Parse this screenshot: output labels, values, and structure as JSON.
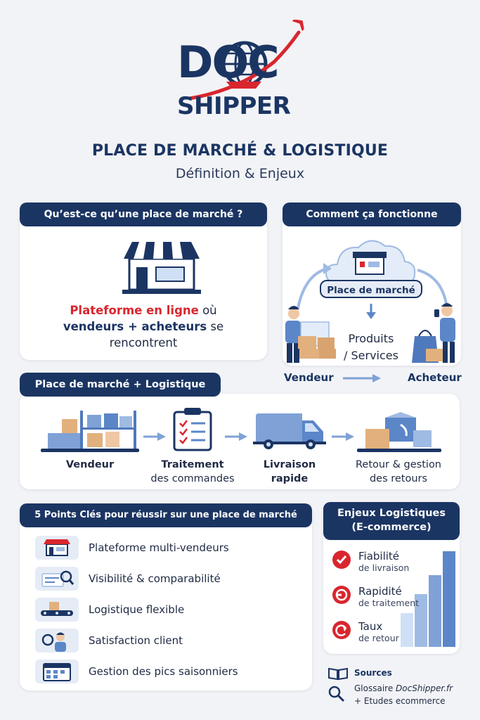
{
  "brand": {
    "logo_line1": "DOC",
    "logo_line2": "SHIPPER",
    "colors": {
      "navy": "#1b3563",
      "red": "#d9262e",
      "blue": "#5b86c8",
      "light_blue": "#9fbbe3"
    }
  },
  "header": {
    "title": "PLACE DE MARCHÉ & LOGISTIQUE",
    "subtitle": "Définition & Enjeux"
  },
  "definition": {
    "tab": "Qu’est-ce qu’une place de marché ?",
    "icon": "storefront-icon",
    "line1_highlight": "Plateforme en ligne",
    "line1_rest": " où",
    "line2_strong": "vendeurs + acheteurs",
    "line2_rest": " se",
    "line3": "rencontrent"
  },
  "how": {
    "tab": "Comment ça fonctionne",
    "center_label": "Place de marché",
    "products": "Produits",
    "services": "/ Services",
    "seller": "Vendeur",
    "buyer": "Acheteur"
  },
  "logistics": {
    "tab": "Place de marché + Logistique",
    "steps": [
      {
        "icon": "warehouse-icon",
        "line1": "Vendeur",
        "line2": ""
      },
      {
        "icon": "clipboard-icon",
        "line1": "Traitement",
        "line2": "des commandes"
      },
      {
        "icon": "truck-icon",
        "line1": "Livraison",
        "line2": "rapide"
      },
      {
        "icon": "return-boxes-icon",
        "line1": "Retour & gestion",
        "line2": "des retours"
      }
    ]
  },
  "key_points": {
    "tab": "5 Points Clés pour réussir sur une place de marché",
    "items": [
      {
        "icon": "store-icon",
        "label": "Plateforme multi-vendeurs"
      },
      {
        "icon": "compare-icon",
        "label": "Visibilité & comparabilité"
      },
      {
        "icon": "conveyor-icon",
        "label": "Logistique flexible"
      },
      {
        "icon": "support-agent-icon",
        "label": "Satisfaction client"
      },
      {
        "icon": "calendar-icon",
        "label": "Gestion des pics saisonniers"
      }
    ]
  },
  "stakes": {
    "tab_line1": "Enjeux Logistiques",
    "tab_line2": "(E-commerce)",
    "items": [
      {
        "icon": "check-icon",
        "title": "Fiabilité",
        "sub": "de livraison"
      },
      {
        "icon": "speed-icon",
        "title": "Rapidité",
        "sub": "de traitement"
      },
      {
        "icon": "refresh-icon",
        "title": "Taux",
        "sub": "de retour"
      }
    ],
    "bars": [
      0.35,
      0.55,
      0.75,
      1.0
    ]
  },
  "sources": {
    "title": "Sources",
    "line1_prefix": "Glossaire ",
    "line1_italic": "DocShipper.fr",
    "line2": "+ Etudes ecommerce"
  }
}
